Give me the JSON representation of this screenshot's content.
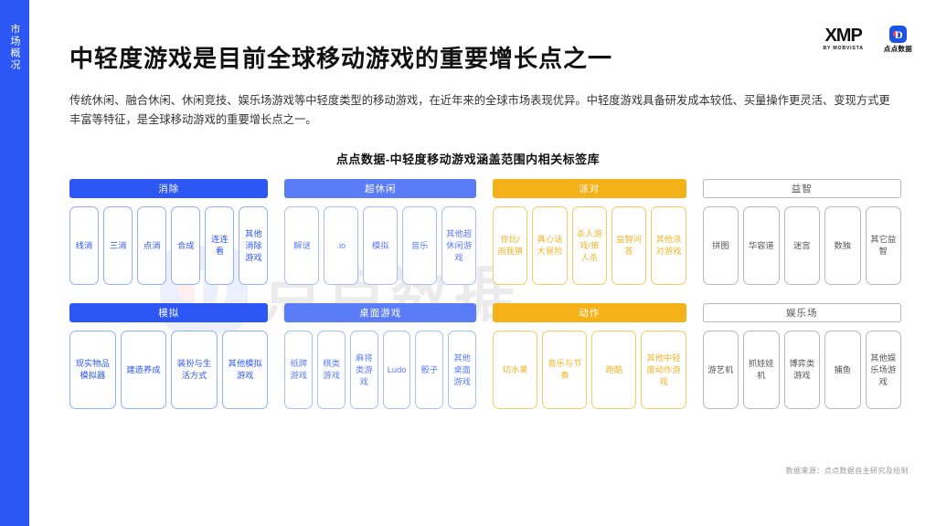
{
  "rail": {
    "label": "市场概况"
  },
  "logos": {
    "xmp": {
      "mark": "XMP",
      "sub": "BY MOBVISTA"
    },
    "diandian": {
      "badge_letter": "D",
      "text": "点点数据"
    }
  },
  "headline": "中轻度游戏是目前全球移动游戏的重要增长点之一",
  "paragraph": "传统休闲、融合休闲、休闲竞技、娱乐场游戏等中轻度类型的移动游戏，在近年来的全球市场表现优异。中轻度游戏具备研发成本较低、买量操作更灵活、变现方式更丰富等特征，是全球移动游戏的重要增长点之一。",
  "chart_title": "点点数据-中轻度移动游戏涵盖范围内相关标签库",
  "watermark": {
    "badge_letter": "D",
    "text": "点点数据"
  },
  "footnote": "数据来源：点点数据自主研究及绘制",
  "colors": {
    "brand_blue": "#2d57f5",
    "light_blue": "#5b7cf7",
    "amber": "#f5b218",
    "gray": "#b9b9b9"
  },
  "matrix": {
    "rows": [
      {
        "groups": [
          {
            "title": "消除",
            "theme": "t-blue",
            "col": "col-1",
            "items": [
              "线消",
              "三消",
              "点消",
              "合成",
              "连连看",
              "其他消除游戏"
            ]
          },
          {
            "title": "超休闲",
            "theme": "t-blue2",
            "col": "col-2",
            "items": [
              "解谜",
              ".io",
              "模拟",
              "音乐",
              "其他超休闲游戏"
            ]
          },
          {
            "title": "派对",
            "theme": "t-amber",
            "col": "col-3",
            "items": [
              "你比/画我猜",
              "真心话大冒险",
              "杀人游戏/狼人杀",
              "益智问答",
              "其他派对游戏"
            ]
          },
          {
            "title": "益智",
            "theme": "t-gray",
            "col": "col-4",
            "items": [
              "拼图",
              "华容道",
              "迷宫",
              "数独",
              "其它益智"
            ]
          }
        ]
      },
      {
        "groups": [
          {
            "title": "模拟",
            "theme": "t-blue",
            "col": "col-1",
            "items": [
              "现实物品模拟器",
              "建造养成",
              "装扮与生活方式",
              "其他模拟游戏"
            ]
          },
          {
            "title": "桌面游戏",
            "theme": "t-blue2",
            "col": "col-2",
            "items": [
              "纸牌游戏",
              "棋类游戏",
              "麻将类游戏",
              "Ludo",
              "骰子",
              "其他桌面游戏"
            ]
          },
          {
            "title": "动作",
            "theme": "t-amber",
            "col": "col-3",
            "items": [
              "切水果",
              "音乐与节奏",
              "跑酷",
              "其他中轻度动作游戏"
            ]
          },
          {
            "title": "娱乐场",
            "theme": "t-gray",
            "col": "col-4",
            "items": [
              "游艺机",
              "抓娃娃机",
              "博弈类游戏",
              "捕鱼",
              "其他娱乐场游戏"
            ]
          }
        ]
      }
    ]
  }
}
